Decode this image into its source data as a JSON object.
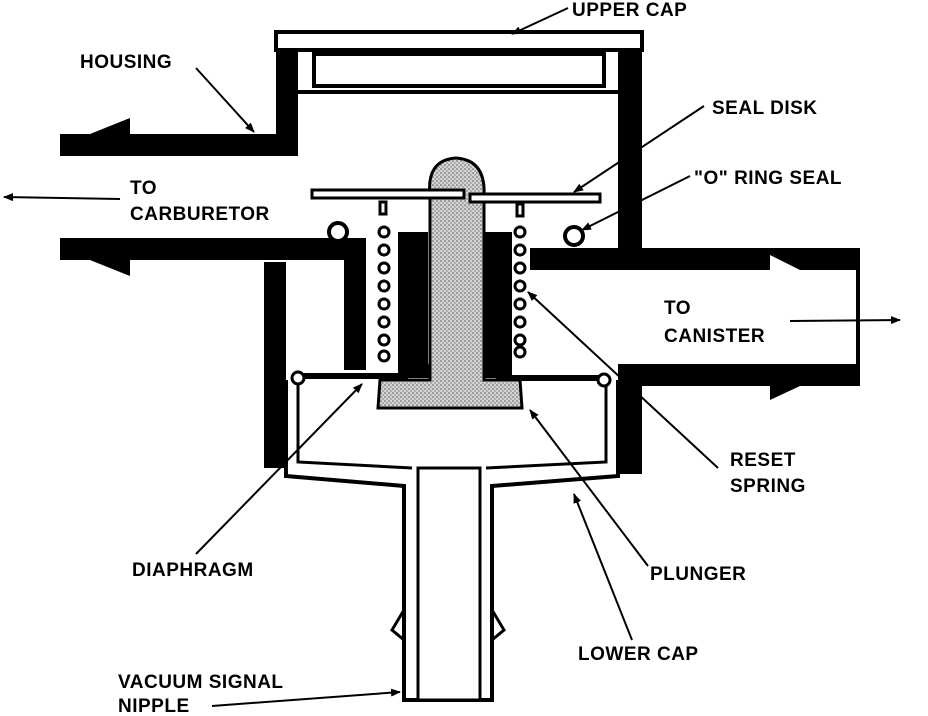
{
  "diagram": {
    "labels": {
      "upper_cap": "UPPER CAP",
      "housing": "HOUSING",
      "seal_disk": "SEAL DISK",
      "o_ring_seal": "\"O\" RING SEAL",
      "to_carburetor_1": "TO",
      "to_carburetor_2": "CARBURETOR",
      "to_canister_1": "TO",
      "to_canister_2": "CANISTER",
      "reset_spring_1": "RESET",
      "reset_spring_2": "SPRING",
      "diaphragm": "DIAPHRAGM",
      "plunger": "PLUNGER",
      "lower_cap": "LOWER CAP",
      "vacuum_signal_1": "VACUUM SIGNAL",
      "vacuum_signal_2": "NIPPLE"
    },
    "colors": {
      "ink": "#000000",
      "paper": "#ffffff",
      "plunger_fill": "#bdbdbd"
    }
  }
}
